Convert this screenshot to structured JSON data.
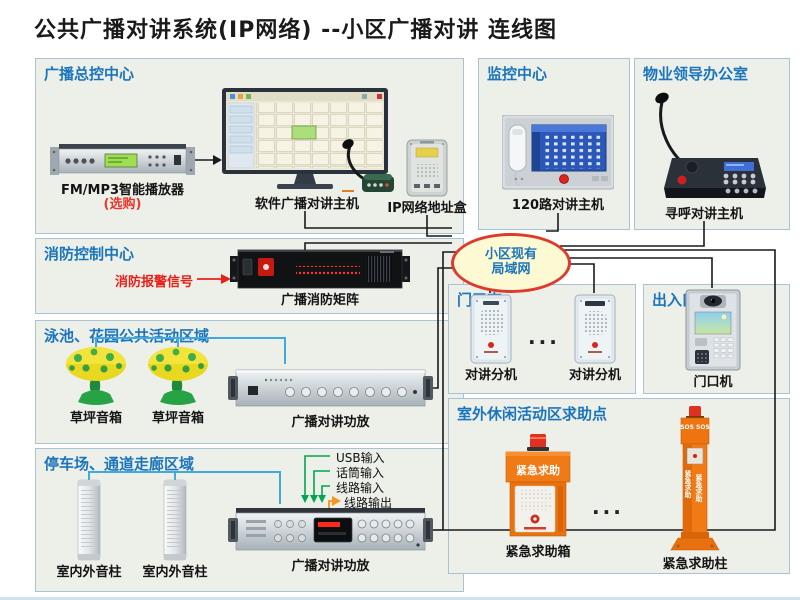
{
  "title": "公共广播对讲系统(IP网络) --小区广播对讲 连线图",
  "colors": {
    "zone_bg": "#edefe9",
    "zone_border": "#a9c3d6",
    "zone_title_blue": "#1b75bc",
    "line_black": "#1a1a1a",
    "speaker_wire_blue": "#3fa9e0",
    "input_arrow_green": "#00a651",
    "output_arrow_orange": "#f7941d",
    "alert_red": "#e8201a",
    "lan_fill": "#fdf9d2",
    "lan_border": "#dd3b2f",
    "emergency_orange": "#ee7311"
  },
  "lan": {
    "label_line1": "小区现有",
    "label_line2": "局域网"
  },
  "sections": {
    "master": {
      "label": "广播总控中心",
      "fm_player": "FM/MP3智能播放器",
      "fm_note": "(选购)",
      "software_host": "软件广播对讲主机",
      "ip_box": "IP网络地址盒"
    },
    "monitor_center": {
      "label": "监控中心",
      "device": "120路对讲主机"
    },
    "office": {
      "label": "物业领导办公室",
      "device": "寻呼对讲主机"
    },
    "fire": {
      "label": "消防控制中心",
      "signal": "消防报警信号",
      "device": "广播消防矩阵"
    },
    "pool": {
      "label": "泳池、花园公共活动区域",
      "speaker1": "草坪音箱",
      "speaker2": "草坪音箱",
      "amp": "广播对讲功放"
    },
    "parking": {
      "label": "停车场、通道走廊区域",
      "speaker1": "室内外音柱",
      "speaker2": "室内外音柱",
      "amp": "广播对讲功放",
      "inputs": [
        "USB输入",
        "话筒输入",
        "线路输入"
      ],
      "output": "线路输出"
    },
    "guard": {
      "label": "门卫室",
      "device1": "对讲分机",
      "device2": "对讲分机",
      "ellipsis": "···"
    },
    "entrance": {
      "label": "出入口",
      "device": "门口机"
    },
    "outdoor": {
      "label": "室外休闲活动区求助点",
      "device1": "紧急求助箱",
      "device2": "紧急求助柱",
      "ellipsis": "···",
      "sos": "SOS SOS",
      "help_text": "紧急求助"
    }
  }
}
